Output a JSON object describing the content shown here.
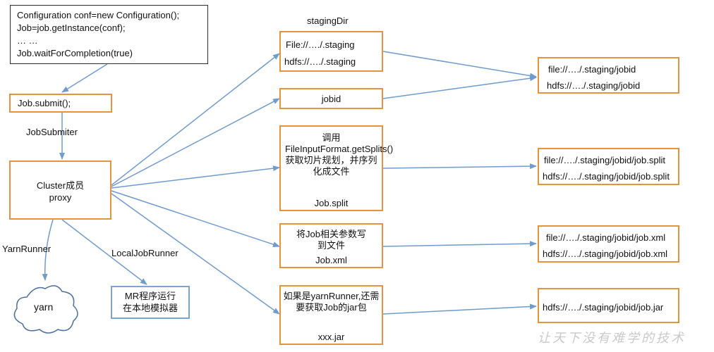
{
  "colors": {
    "arrow": "#6f9bd1",
    "box_orange": "#e8923c",
    "box_dark": "#2b2b2b",
    "box_blue": "#7aa6d6"
  },
  "code_box": {
    "lines": [
      "Configuration conf=new Configuration();",
      "Job=job.getInstance(conf);",
      "… …",
      "Job.waitForCompletion(true)"
    ]
  },
  "submit_box": {
    "text": "Job.submit();"
  },
  "job_submitter_label": "JobSubmiter",
  "cluster_box": {
    "lines": [
      "Cluster成员",
      "proxy"
    ]
  },
  "yarn_runner_label": "YarnRunner",
  "local_runner_label": "LocalJobRunner",
  "yarn_cloud": {
    "text": "yarn"
  },
  "local_box": {
    "lines": [
      "MR程序运行",
      "在本地模拟器"
    ]
  },
  "staging_dir_label": "stagingDir",
  "staging_box": {
    "lines": [
      "File://…./.staging",
      "hdfs://…./.staging"
    ]
  },
  "jobid_box": {
    "text": "jobid"
  },
  "split_box": {
    "desc": "调用FileInputFormat.getSplits()获取切片规划，并序列化成文件",
    "file": "Job.split"
  },
  "xml_box": {
    "desc": "将Job相关参数写到文件",
    "file": "Job.xml"
  },
  "jar_box": {
    "desc": "如果是yarnRunner,还需要获取Job的jar包",
    "file": "xxx.jar"
  },
  "jobid_path_box": {
    "lines": [
      "file://…./.staging/jobid",
      "hdfs://…./.staging/jobid"
    ]
  },
  "split_path_box": {
    "lines": [
      "file://…./.staging/jobid/job.split",
      "hdfs://…./.staging/jobid/job.split"
    ]
  },
  "xml_path_box": {
    "lines": [
      "file://…./.staging/jobid/job.xml",
      "hdfs://…./.staging/jobid/job.xml"
    ]
  },
  "jar_path_box": {
    "text": "hdfs://…./.staging/jobid/job.jar"
  },
  "watermark": "让天下没有难学的技术"
}
